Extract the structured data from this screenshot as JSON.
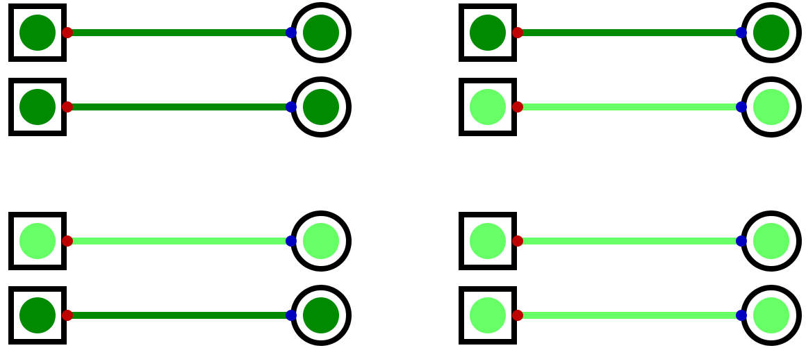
{
  "colors": {
    "on": "#008a00",
    "off": "#66ff66",
    "frame": "#000000",
    "output_port": "#c00000",
    "input_port": "#0000c0"
  },
  "connections": [
    {
      "state": "on"
    },
    {
      "state": "on"
    },
    {
      "state": "on"
    },
    {
      "state": "off"
    },
    {
      "state": "off"
    },
    {
      "state": "off"
    },
    {
      "state": "on"
    },
    {
      "state": "off"
    }
  ]
}
